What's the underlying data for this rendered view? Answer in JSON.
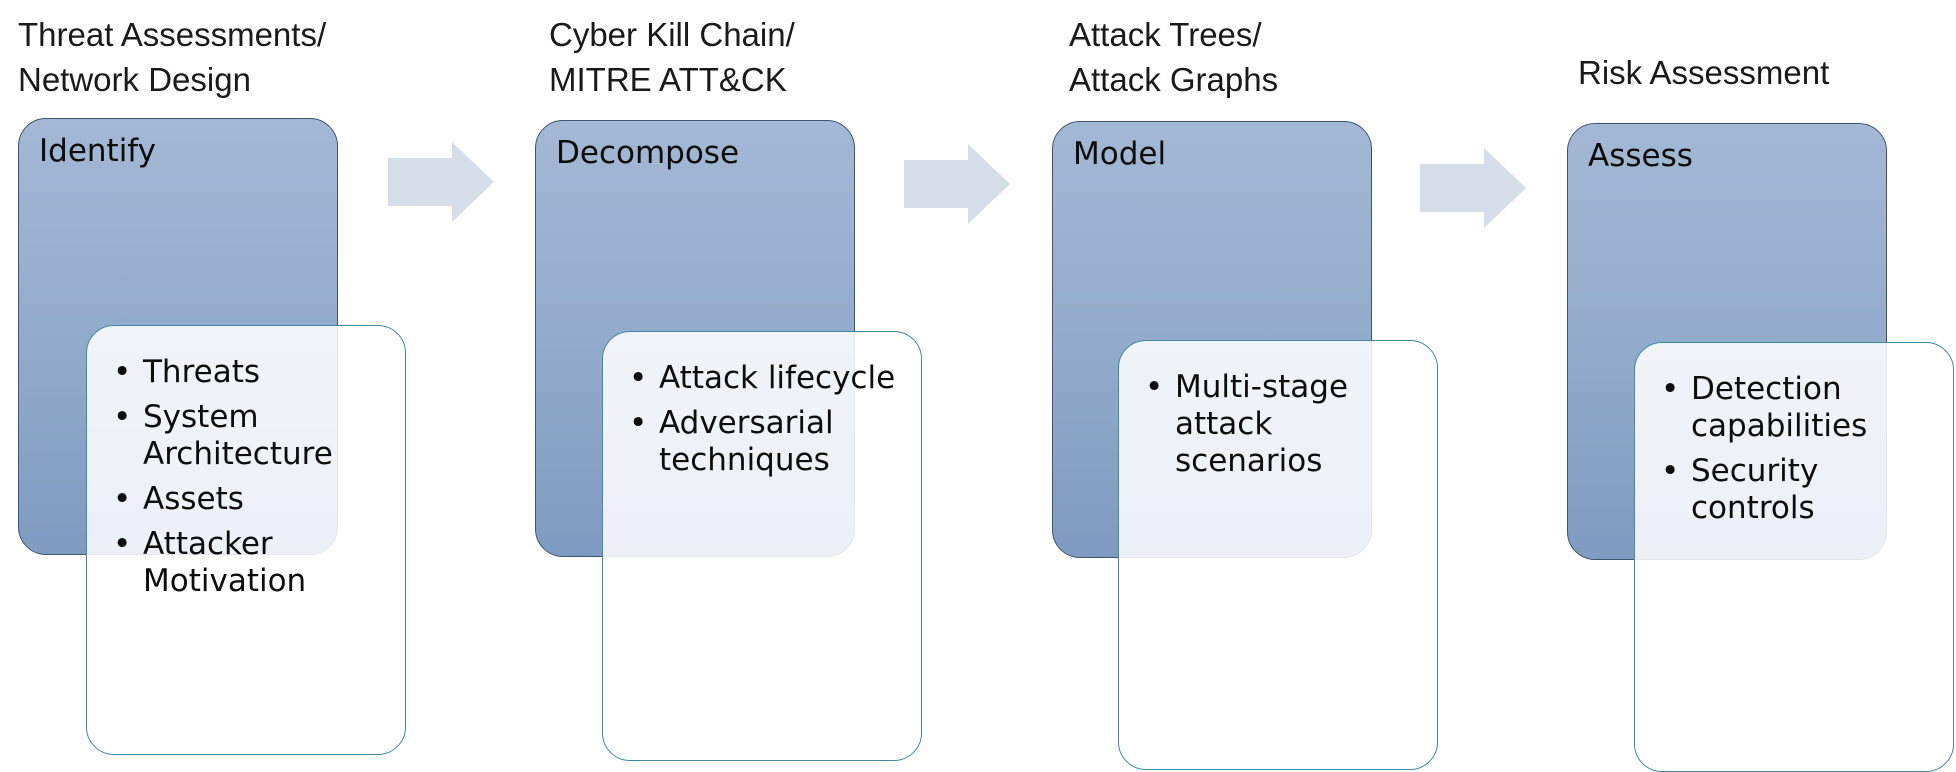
{
  "stages": [
    {
      "header": [
        "Threat Assessments/",
        "Network Design"
      ],
      "title": "Identify",
      "items": [
        "Threats",
        "System Architecture",
        "Assets",
        "Attacker Motivation"
      ]
    },
    {
      "header": [
        "Cyber Kill Chain/",
        "MITRE ATT&CK"
      ],
      "title": "Decompose",
      "items": [
        "Attack lifecycle",
        "Adversarial techniques"
      ]
    },
    {
      "header": [
        "Attack Trees/",
        "Attack Graphs"
      ],
      "title": "Model",
      "items": [
        "Multi-stage attack scenarios"
      ]
    },
    {
      "header": [
        "Risk Assessment"
      ],
      "title": "Assess",
      "items": [
        "Detection capabilities",
        "Security controls"
      ]
    }
  ],
  "colors": {
    "box_fill": "#93abcb",
    "box_border": "#3d5670",
    "card_border": "#3e88a8",
    "arrow_fill": "#d5dde8"
  },
  "icons": [
    "right-arrow-icon",
    "right-arrow-icon",
    "right-arrow-icon"
  ]
}
